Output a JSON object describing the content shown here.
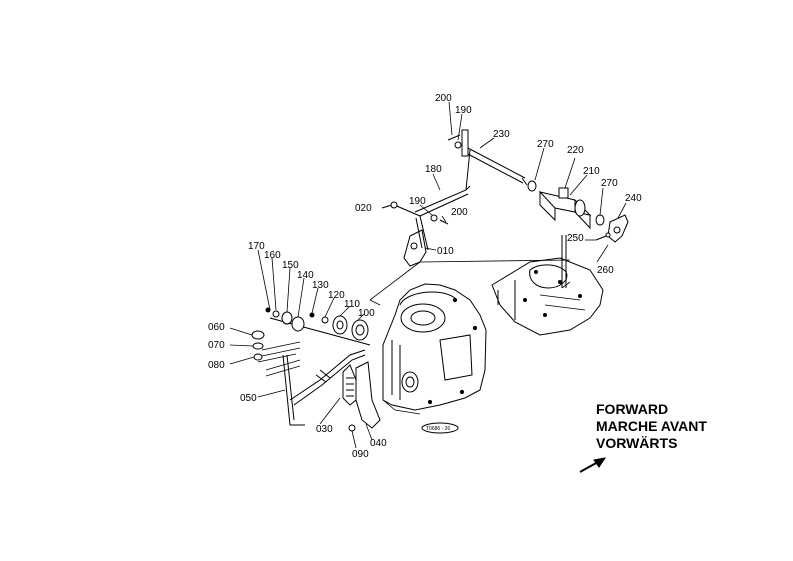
{
  "labels": {
    "p010": "010",
    "p020": "020",
    "p030": "030",
    "p040": "040",
    "p050": "050",
    "p060": "060",
    "p070": "070",
    "p080": "080",
    "p090": "090",
    "p100": "100",
    "p110": "110",
    "p120": "120",
    "p130": "130",
    "p140": "140",
    "p150": "150",
    "p160": "160",
    "p170": "170",
    "p180": "180",
    "p190a": "190",
    "p190b": "190",
    "p200a": "200",
    "p200b": "200",
    "p210": "210",
    "p220": "220",
    "p230": "230",
    "p240": "240",
    "p250": "250",
    "p260": "260",
    "p270a": "270",
    "p270b": "270"
  },
  "direction": {
    "line1": "FORWARD",
    "line2": "MARCHE AVANT",
    "line3": "VORWÄRTS"
  },
  "stamp": "T0686 - 26",
  "icons": {
    "forward_arrow": "forward-arrow-icon"
  }
}
